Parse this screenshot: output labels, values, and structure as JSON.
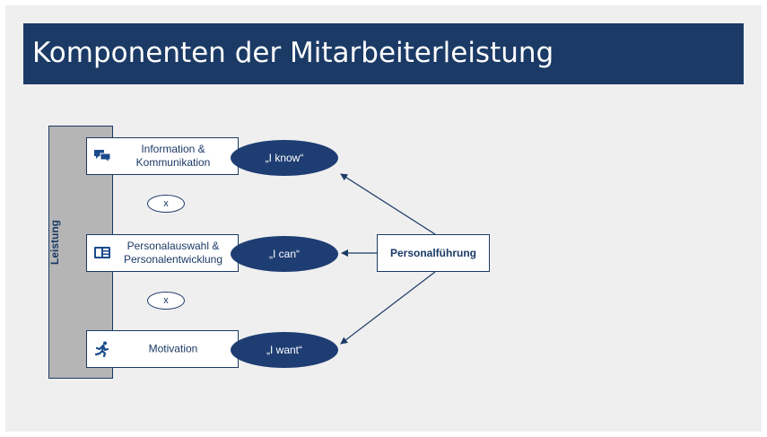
{
  "title": "Komponenten der Mitarbeiterleistung",
  "leistung": "Leistung",
  "components": [
    {
      "label": "Information & Kommunikation",
      "line1": "Information &",
      "line2": "Kommunikation",
      "icon": "chat-icon",
      "ellipse": "„I know“"
    },
    {
      "label": "Personalauswahl & Personalentwicklung",
      "line1": "Personalauswahl &",
      "line2": "Personalentwicklung",
      "icon": "monitor-icon",
      "ellipse": "„I can“"
    },
    {
      "label": "Motivation",
      "line1": "Motivation",
      "line2": "",
      "icon": "running-person-icon",
      "ellipse": "„I want“"
    }
  ],
  "multiplier": "x",
  "source": "Personalführung",
  "colors": {
    "navy": "#1b3a66",
    "ellipse": "#1e3d73",
    "bar": "#b5b5b5",
    "background": "#efefef"
  }
}
